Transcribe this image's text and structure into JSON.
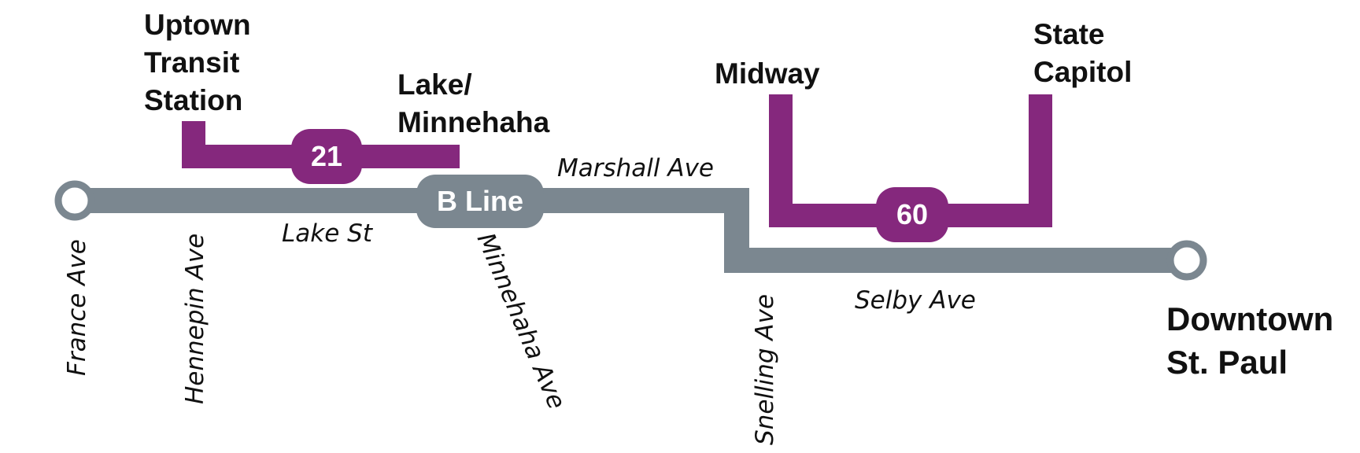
{
  "colors": {
    "b_line": "#7b8790",
    "connecting_route": "#85287d",
    "label_text": "#111111",
    "badge_text": "#ffffff",
    "terminal_fill": "#ffffff"
  },
  "route": {
    "name": "B Line",
    "terminals": {
      "west": "France Ave",
      "east": "Downtown St. Paul"
    }
  },
  "connections": [
    {
      "route": "21",
      "destinations": [
        "Uptown Transit Station",
        "Lake/ Minnehaha"
      ]
    },
    {
      "route": "60",
      "destinations": [
        "Midway",
        "State Capitol"
      ]
    }
  ],
  "places": {
    "uptown": [
      "Uptown",
      "Transit",
      "Station"
    ],
    "lake_minnehaha": [
      "Lake/",
      "Minnehaha"
    ],
    "midway": "Midway",
    "state_capitol": [
      "State",
      "Capitol"
    ],
    "downtown": [
      "Downtown",
      "St. Paul"
    ]
  },
  "streets": {
    "france": "France Ave",
    "hennepin": "Hennepin Ave",
    "lake": "Lake St",
    "minnehaha": "Minnehaha Ave",
    "marshall": "Marshall Ave",
    "snelling": "Snelling Ave",
    "selby": "Selby Ave"
  }
}
